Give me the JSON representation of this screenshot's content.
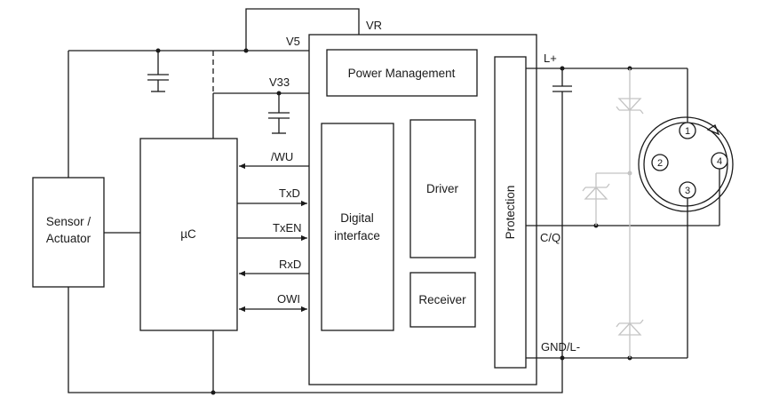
{
  "blocks": {
    "sensor_actuator": [
      "Sensor /",
      "Actuator"
    ],
    "uc": "µC",
    "power_management": "Power Management",
    "digital_interface": [
      "Digital",
      "interface"
    ],
    "driver": "Driver",
    "receiver": "Receiver",
    "protection": "Protection"
  },
  "nets": {
    "vr": "VR",
    "v5": "V5",
    "v33": "V33",
    "l_plus": "L+",
    "cq": "C/Q",
    "gnd_l": "GND/L-"
  },
  "signals": {
    "wu": "/WU",
    "txd": "TxD",
    "txen": "TxEN",
    "rxd": "RxD",
    "owi": "OWI"
  },
  "connector_pins": [
    "1",
    "2",
    "3",
    "4"
  ],
  "colors": {
    "line": "#1a1a1a",
    "tvs_diode": "#c4c4c4",
    "background": "#ffffff"
  }
}
